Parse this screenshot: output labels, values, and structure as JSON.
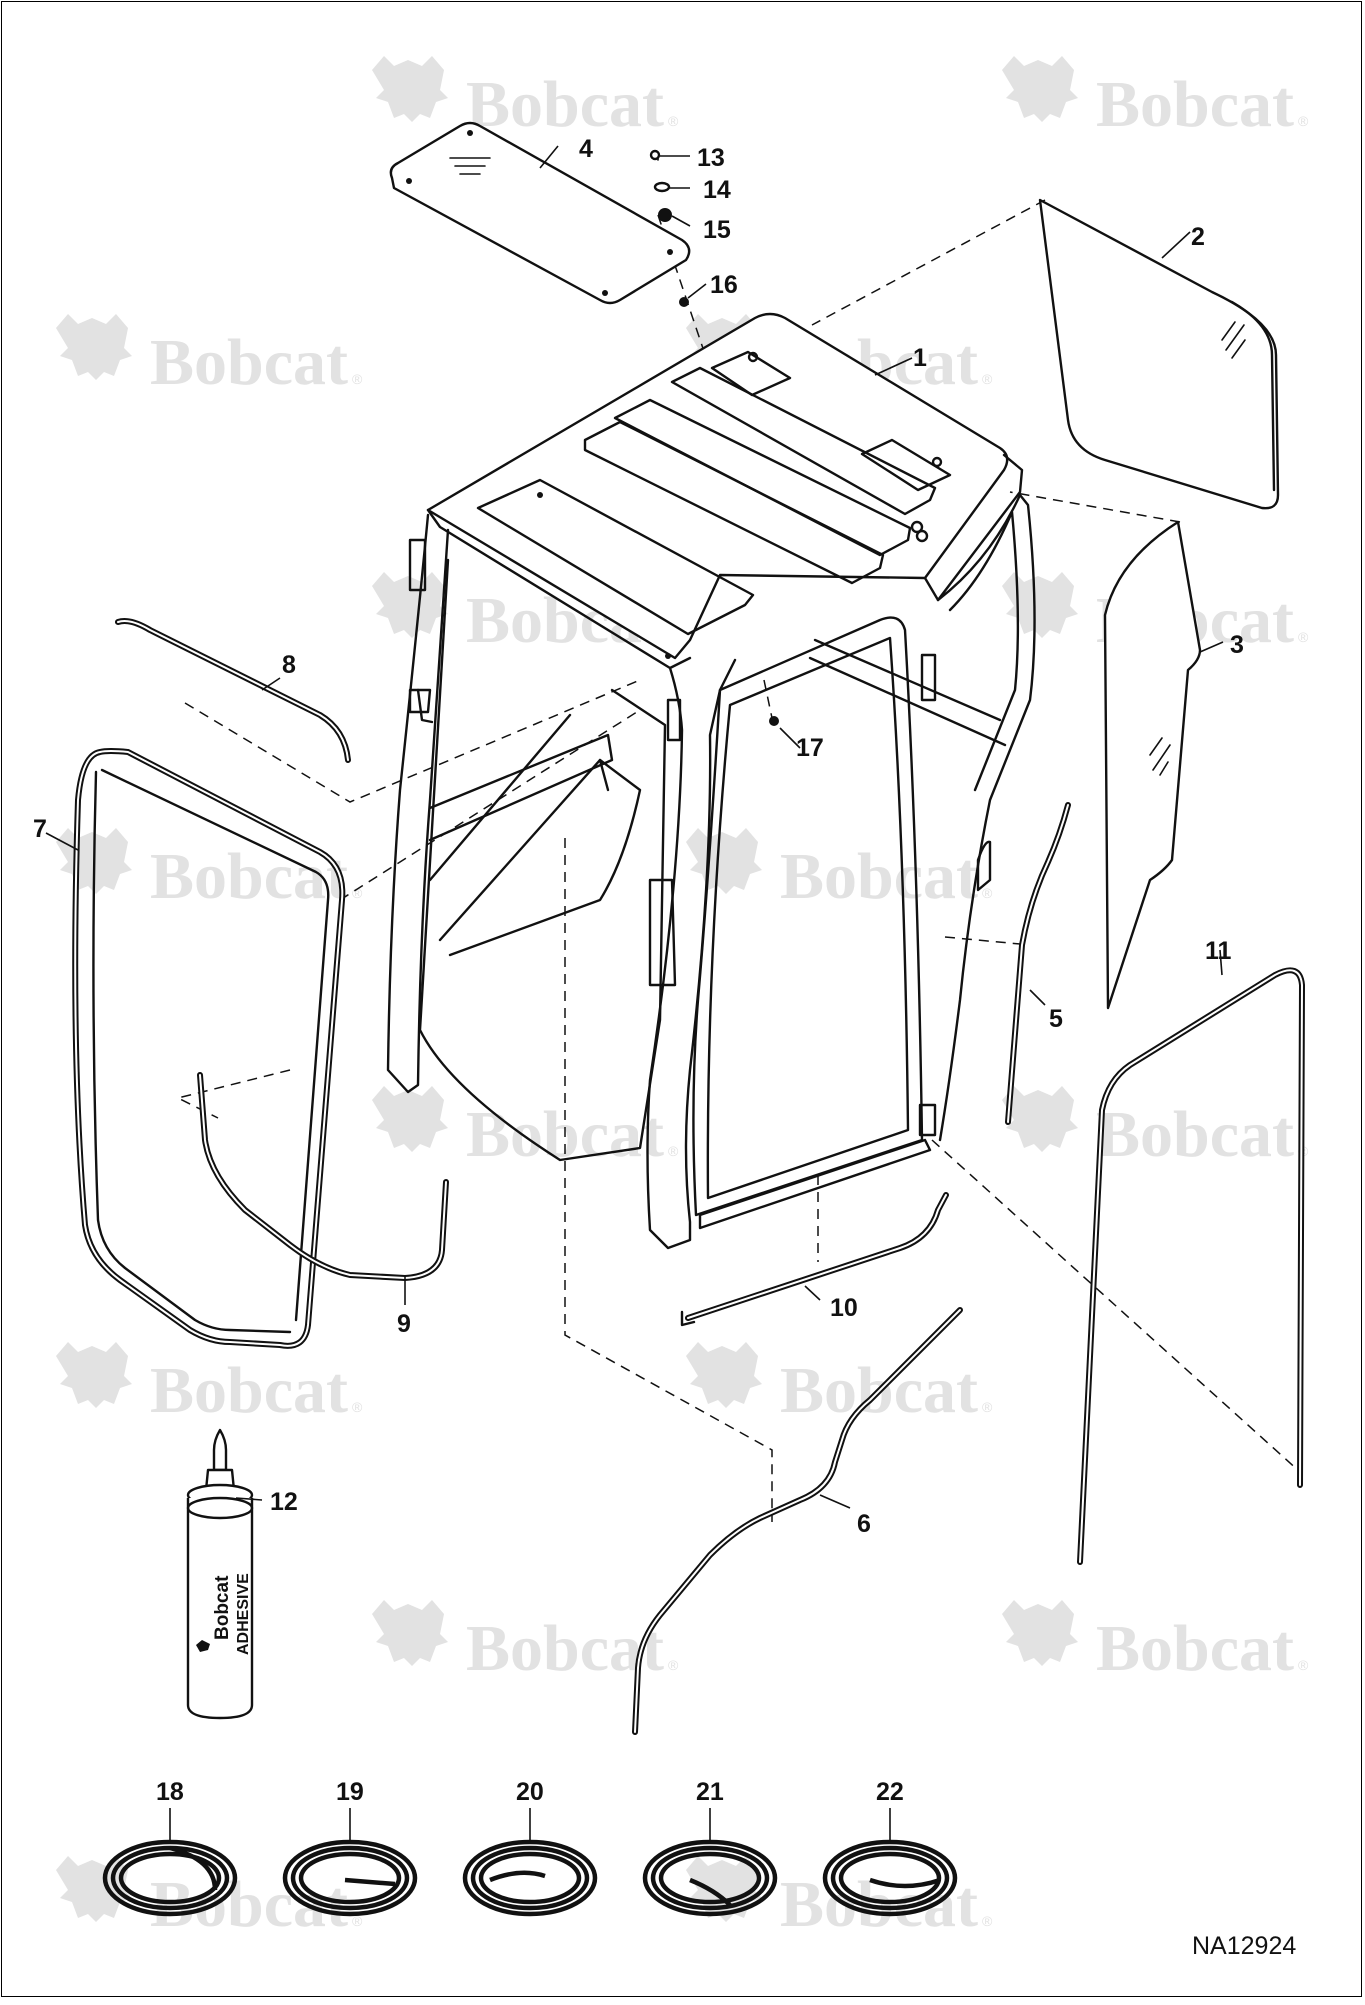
{
  "watermark": {
    "brand_text": "Bobcat",
    "registered_mark": "®",
    "logo_icon": "bobcat-head-logo-icon"
  },
  "adhesive_tube": {
    "brand_text": "Bobcat",
    "product_text": "ADHESIVE"
  },
  "callouts": {
    "c1": "1",
    "c2": "2",
    "c3": "3",
    "c4": "4",
    "c5": "5",
    "c6": "6",
    "c7": "7",
    "c8": "8",
    "c9": "9",
    "c10": "10",
    "c11": "11",
    "c12": "12",
    "c13": "13",
    "c14": "14",
    "c15": "15",
    "c16": "16",
    "c17": "17",
    "c18": "18",
    "c19": "19",
    "c20": "20",
    "c21": "21",
    "c22": "22"
  },
  "drawing_number": "NA12924",
  "colors": {
    "line": "#111111",
    "watermark": "#e2e2e2",
    "background": "#ffffff"
  }
}
